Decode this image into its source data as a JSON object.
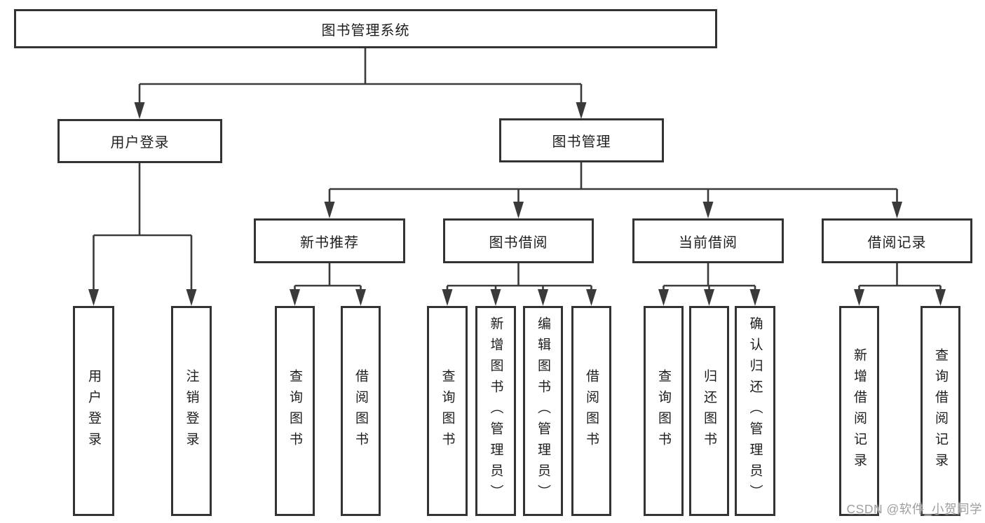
{
  "tree": {
    "root": "图书管理系统",
    "children": [
      {
        "label": "用户登录",
        "children": [
          "用户登录",
          "注销登录"
        ]
      },
      {
        "label": "图书管理",
        "children": [
          {
            "label": "新书推荐",
            "children": [
              "查询图书",
              "借阅图书"
            ]
          },
          {
            "label": "图书借阅",
            "children": [
              "查询图书",
              "新增图书（管理员）",
              "编辑图书（管理员）",
              "借阅图书"
            ]
          },
          {
            "label": "当前借阅",
            "children": [
              "查询图书",
              "归还图书",
              "确认归还（管理员）"
            ]
          },
          {
            "label": "借阅记录",
            "children": [
              "新增借阅记录",
              "查询借阅记录"
            ]
          }
        ]
      }
    ]
  },
  "watermark": {
    "text": "CSDN @软件_小贺同学"
  },
  "colors": {
    "line": "#3a3a3a",
    "box_border": "#333333",
    "box_fill": "#ffffff",
    "text": "#1e1e1e",
    "watermark": "#9e9e9e",
    "background": "#ffffff"
  }
}
